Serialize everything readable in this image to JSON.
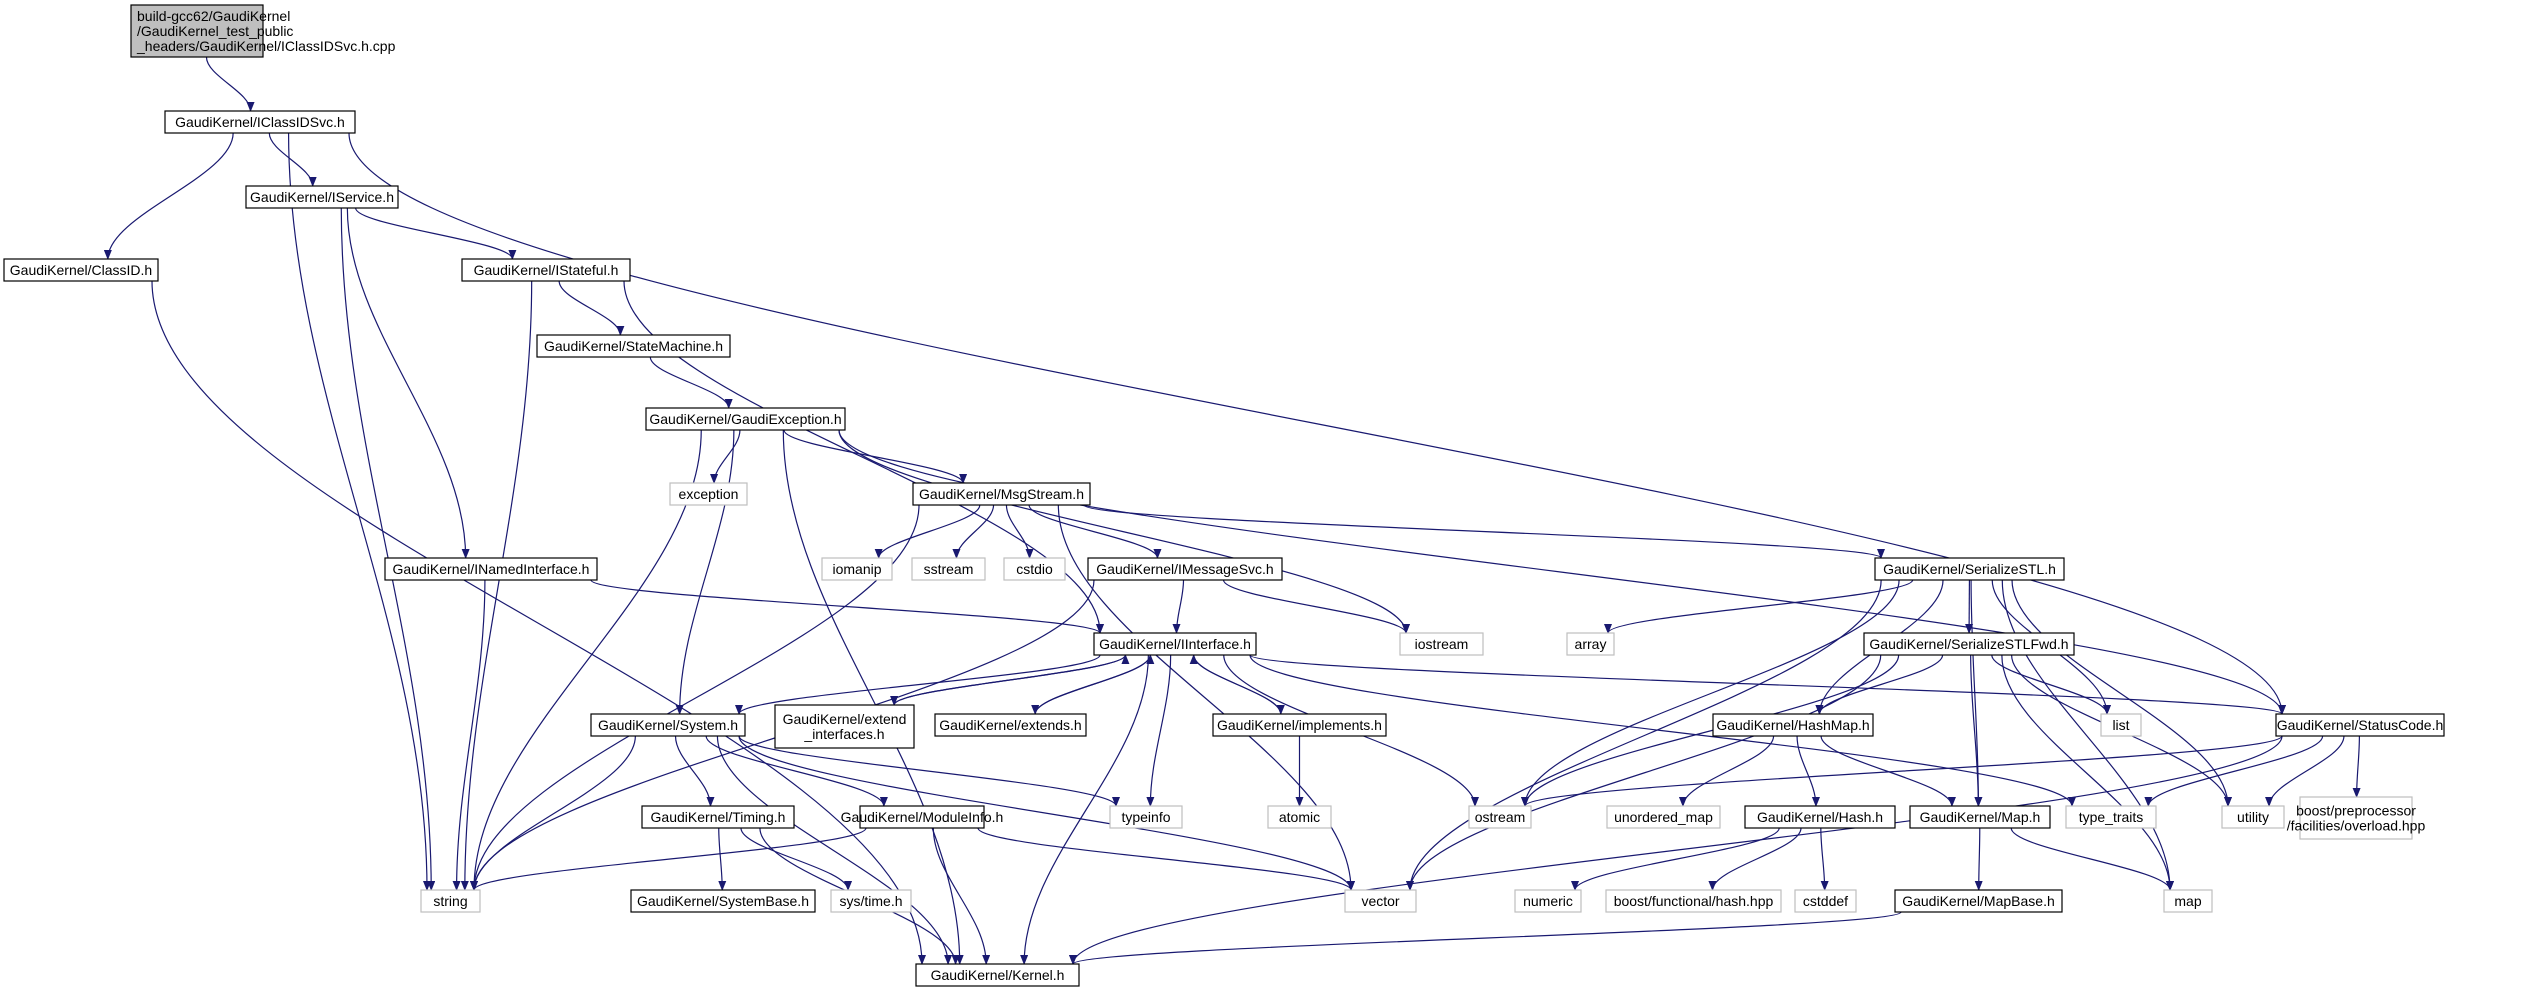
{
  "colors": {
    "edge": "#191970",
    "root_fill": "#bfbfbf",
    "root_border": "#000000",
    "header_fill": "#ffffff",
    "header_border": "#000000",
    "system_fill": "#ffffff",
    "system_border": "#bfbfbf",
    "system_text": "#000000"
  },
  "nodes": [
    {
      "id": "root",
      "kind": "root",
      "lines": [
        "build-gcc62/GaudiKernel",
        "/GaudiKernel_test_public",
        "_headers/GaudiKernel/IClassIDSvc.h.cpp"
      ]
    },
    {
      "id": "iclassidsvc",
      "kind": "header",
      "lines": [
        "GaudiKernel/IClassIDSvc.h"
      ]
    },
    {
      "id": "iservice",
      "kind": "header",
      "lines": [
        "GaudiKernel/IService.h"
      ]
    },
    {
      "id": "classid",
      "kind": "header",
      "lines": [
        "GaudiKernel/ClassID.h"
      ]
    },
    {
      "id": "istateful",
      "kind": "header",
      "lines": [
        "GaudiKernel/IStateful.h"
      ]
    },
    {
      "id": "statemachine",
      "kind": "header",
      "lines": [
        "GaudiKernel/StateMachine.h"
      ]
    },
    {
      "id": "gaudiexception",
      "kind": "header",
      "lines": [
        "GaudiKernel/GaudiException.h"
      ]
    },
    {
      "id": "exception",
      "kind": "system",
      "lines": [
        "exception"
      ]
    },
    {
      "id": "msgstream",
      "kind": "header",
      "lines": [
        "GaudiKernel/MsgStream.h"
      ]
    },
    {
      "id": "inamedinterface",
      "kind": "header",
      "lines": [
        "GaudiKernel/INamedInterface.h"
      ]
    },
    {
      "id": "iomanip",
      "kind": "system",
      "lines": [
        "iomanip"
      ]
    },
    {
      "id": "sstream",
      "kind": "system",
      "lines": [
        "sstream"
      ]
    },
    {
      "id": "cstdio",
      "kind": "system",
      "lines": [
        "cstdio"
      ]
    },
    {
      "id": "imessagesvc",
      "kind": "header",
      "lines": [
        "GaudiKernel/IMessageSvc.h"
      ]
    },
    {
      "id": "serializestl",
      "kind": "header",
      "lines": [
        "GaudiKernel/SerializeSTL.h"
      ]
    },
    {
      "id": "iinterface",
      "kind": "header",
      "lines": [
        "GaudiKernel/IInterface.h"
      ]
    },
    {
      "id": "iostream",
      "kind": "system",
      "lines": [
        "iostream"
      ]
    },
    {
      "id": "array",
      "kind": "system",
      "lines": [
        "array"
      ]
    },
    {
      "id": "serializestlfwd",
      "kind": "header",
      "lines": [
        "GaudiKernel/SerializeSTLFwd.h"
      ]
    },
    {
      "id": "system",
      "kind": "header",
      "lines": [
        "GaudiKernel/System.h"
      ]
    },
    {
      "id": "extend_interfaces",
      "kind": "header",
      "lines": [
        "GaudiKernel/extend",
        "_interfaces.h"
      ]
    },
    {
      "id": "extends",
      "kind": "header",
      "lines": [
        "GaudiKernel/extends.h"
      ]
    },
    {
      "id": "implements",
      "kind": "header",
      "lines": [
        "GaudiKernel/implements.h"
      ]
    },
    {
      "id": "list",
      "kind": "system",
      "lines": [
        "list"
      ]
    },
    {
      "id": "hashmap",
      "kind": "header",
      "lines": [
        "GaudiKernel/HashMap.h"
      ]
    },
    {
      "id": "statuscode",
      "kind": "header",
      "lines": [
        "GaudiKernel/StatusCode.h"
      ]
    },
    {
      "id": "typeinfo",
      "kind": "system",
      "lines": [
        "typeinfo"
      ]
    },
    {
      "id": "atomic",
      "kind": "system",
      "lines": [
        "atomic"
      ]
    },
    {
      "id": "ostream",
      "kind": "system",
      "lines": [
        "ostream"
      ]
    },
    {
      "id": "unordered_map",
      "kind": "system",
      "lines": [
        "unordered_map"
      ]
    },
    {
      "id": "type_traits",
      "kind": "system",
      "lines": [
        "type_traits"
      ]
    },
    {
      "id": "utility",
      "kind": "system",
      "lines": [
        "utility"
      ]
    },
    {
      "id": "boost_overload",
      "kind": "system",
      "lines": [
        "boost/preprocessor",
        "/facilities/overload.hpp"
      ]
    },
    {
      "id": "timing",
      "kind": "header",
      "lines": [
        "GaudiKernel/Timing.h"
      ]
    },
    {
      "id": "moduleinfo",
      "kind": "header",
      "lines": [
        "GaudiKernel/ModuleInfo.h"
      ]
    },
    {
      "id": "hash",
      "kind": "header",
      "lines": [
        "GaudiKernel/Hash.h"
      ]
    },
    {
      "id": "map_h",
      "kind": "header",
      "lines": [
        "GaudiKernel/Map.h"
      ]
    },
    {
      "id": "string",
      "kind": "system",
      "lines": [
        "string"
      ]
    },
    {
      "id": "systembase",
      "kind": "header",
      "lines": [
        "GaudiKernel/SystemBase.h"
      ]
    },
    {
      "id": "systime",
      "kind": "system",
      "lines": [
        "sys/time.h"
      ]
    },
    {
      "id": "vector",
      "kind": "system",
      "lines": [
        "vector"
      ]
    },
    {
      "id": "numeric",
      "kind": "system",
      "lines": [
        "numeric"
      ]
    },
    {
      "id": "boost_hash",
      "kind": "system",
      "lines": [
        "boost/functional/hash.hpp"
      ]
    },
    {
      "id": "cstddef",
      "kind": "system",
      "lines": [
        "cstddef"
      ]
    },
    {
      "id": "map",
      "kind": "system",
      "lines": [
        "map"
      ]
    },
    {
      "id": "mapbase",
      "kind": "header",
      "lines": [
        "GaudiKernel/MapBase.h"
      ]
    },
    {
      "id": "kernel",
      "kind": "header",
      "lines": [
        "GaudiKernel/Kernel.h"
      ]
    }
  ],
  "edges": [
    [
      "root",
      "iclassidsvc"
    ],
    [
      "iclassidsvc",
      "iservice"
    ],
    [
      "iclassidsvc",
      "classid"
    ],
    [
      "iclassidsvc",
      "string"
    ],
    [
      "iclassidsvc",
      "statuscode"
    ],
    [
      "iservice",
      "istateful"
    ],
    [
      "iservice",
      "inamedinterface"
    ],
    [
      "iservice",
      "string"
    ],
    [
      "classid",
      "kernel"
    ],
    [
      "istateful",
      "statemachine"
    ],
    [
      "istateful",
      "iinterface"
    ],
    [
      "istateful",
      "string"
    ],
    [
      "statemachine",
      "gaudiexception"
    ],
    [
      "gaudiexception",
      "exception"
    ],
    [
      "gaudiexception",
      "msgstream"
    ],
    [
      "gaudiexception",
      "system"
    ],
    [
      "gaudiexception",
      "string"
    ],
    [
      "gaudiexception",
      "kernel"
    ],
    [
      "gaudiexception",
      "iostream"
    ],
    [
      "gaudiexception",
      "statuscode"
    ],
    [
      "msgstream",
      "iomanip"
    ],
    [
      "msgstream",
      "sstream"
    ],
    [
      "msgstream",
      "cstdio"
    ],
    [
      "msgstream",
      "imessagesvc"
    ],
    [
      "msgstream",
      "serializestl"
    ],
    [
      "msgstream",
      "vector"
    ],
    [
      "msgstream",
      "string"
    ],
    [
      "inamedinterface",
      "iinterface"
    ],
    [
      "inamedinterface",
      "string"
    ],
    [
      "imessagesvc",
      "iinterface"
    ],
    [
      "imessagesvc",
      "iostream"
    ],
    [
      "imessagesvc",
      "string"
    ],
    [
      "serializestl",
      "array"
    ],
    [
      "serializestl",
      "serializestlfwd"
    ],
    [
      "serializestl",
      "list"
    ],
    [
      "serializestl",
      "hashmap"
    ],
    [
      "serializestl",
      "map_h"
    ],
    [
      "serializestl",
      "utility"
    ],
    [
      "serializestl",
      "ostream"
    ],
    [
      "serializestl",
      "vector"
    ],
    [
      "serializestl",
      "map"
    ],
    [
      "iinterface",
      "system"
    ],
    [
      "iinterface",
      "extend_interfaces"
    ],
    [
      "iinterface",
      "extends"
    ],
    [
      "iinterface",
      "implements"
    ],
    [
      "iinterface",
      "typeinfo"
    ],
    [
      "iinterface",
      "ostream"
    ],
    [
      "iinterface",
      "statuscode"
    ],
    [
      "iinterface",
      "kernel"
    ],
    [
      "iinterface",
      "type_traits"
    ],
    [
      "extend_interfaces",
      "iinterface"
    ],
    [
      "extends",
      "iinterface"
    ],
    [
      "implements",
      "iinterface"
    ],
    [
      "implements",
      "atomic"
    ],
    [
      "serializestlfwd",
      "list"
    ],
    [
      "serializestlfwd",
      "hashmap"
    ],
    [
      "serializestlfwd",
      "map_h"
    ],
    [
      "serializestlfwd",
      "utility"
    ],
    [
      "serializestlfwd",
      "ostream"
    ],
    [
      "serializestlfwd",
      "vector"
    ],
    [
      "serializestlfwd",
      "map"
    ],
    [
      "system",
      "timing"
    ],
    [
      "system",
      "moduleinfo"
    ],
    [
      "system",
      "typeinfo"
    ],
    [
      "system",
      "string"
    ],
    [
      "system",
      "vector"
    ],
    [
      "system",
      "kernel"
    ],
    [
      "hashmap",
      "unordered_map"
    ],
    [
      "hashmap",
      "hash"
    ],
    [
      "hashmap",
      "map_h"
    ],
    [
      "statuscode",
      "ostream"
    ],
    [
      "statuscode",
      "type_traits"
    ],
    [
      "statuscode",
      "utility"
    ],
    [
      "statuscode",
      "boost_overload"
    ],
    [
      "statuscode",
      "kernel"
    ],
    [
      "timing",
      "systembase"
    ],
    [
      "timing",
      "systime"
    ],
    [
      "timing",
      "kernel"
    ],
    [
      "moduleinfo",
      "kernel"
    ],
    [
      "moduleinfo",
      "string"
    ],
    [
      "moduleinfo",
      "vector"
    ],
    [
      "hash",
      "numeric"
    ],
    [
      "hash",
      "boost_hash"
    ],
    [
      "hash",
      "cstddef"
    ],
    [
      "map_h",
      "map"
    ],
    [
      "map_h",
      "mapbase"
    ],
    [
      "mapbase",
      "kernel"
    ]
  ]
}
